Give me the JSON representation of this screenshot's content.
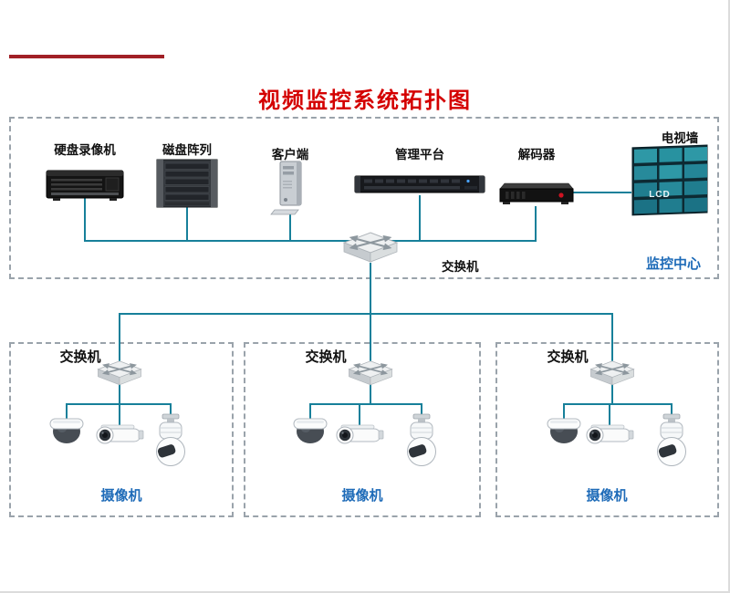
{
  "colors": {
    "title_red": "#d40000",
    "accent_bar": "#a12026",
    "line_teal": "#17809a",
    "label_blue": "#1e6bb8",
    "box_border": "#9aa3ab"
  },
  "title": "视频监控系统拓扑图",
  "monitoring_center": {
    "label": "监控中心",
    "switch_label": "交换机",
    "devices": {
      "dvr": "硬盘录像机",
      "disk_array": "磁盘阵列",
      "client": "客户端",
      "management_platform": "管理平台",
      "decoder": "解码器",
      "tv_wall": "电视墙"
    },
    "tv_wall_screen_text": "LCD"
  },
  "camera_groups": [
    {
      "switch_label": "交换机",
      "cameras_label": "摄像机"
    },
    {
      "switch_label": "交换机",
      "cameras_label": "摄像机"
    },
    {
      "switch_label": "交换机",
      "cameras_label": "摄像机"
    }
  ]
}
